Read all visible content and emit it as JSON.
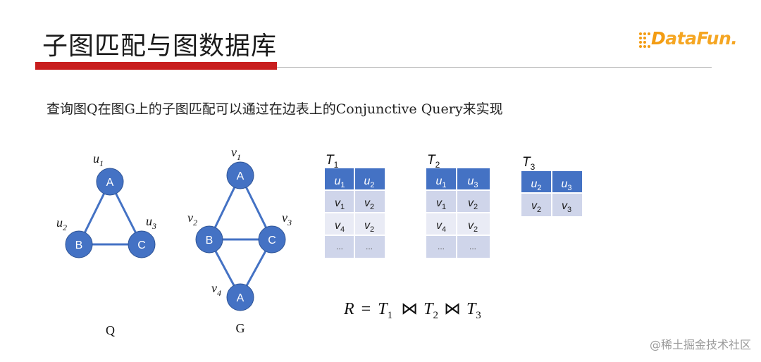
{
  "header": {
    "title": "子图匹配与图数据库",
    "logo_text_initial": "D",
    "logo_text_rest": "ataFun.",
    "accent_color": "#c81e1e"
  },
  "intro_text": "查询图Q在图G上的子图匹配可以通过在边表上的Conjunctive Query来实现",
  "query_graph": {
    "name": "Q",
    "nodes": [
      {
        "label": "A",
        "var": "u",
        "sub": "1"
      },
      {
        "label": "B",
        "var": "u",
        "sub": "2"
      },
      {
        "label": "C",
        "var": "u",
        "sub": "3"
      }
    ],
    "edges": [
      [
        "A",
        "B"
      ],
      [
        "A",
        "C"
      ],
      [
        "B",
        "C"
      ]
    ]
  },
  "data_graph": {
    "name": "G",
    "nodes": [
      {
        "label": "A",
        "var": "v",
        "sub": "1"
      },
      {
        "label": "B",
        "var": "v",
        "sub": "2"
      },
      {
        "label": "C",
        "var": "v",
        "sub": "3"
      },
      {
        "label": "A",
        "var": "v",
        "sub": "4"
      }
    ],
    "edges": [
      [
        "v1",
        "v2"
      ],
      [
        "v1",
        "v3"
      ],
      [
        "v2",
        "v3"
      ],
      [
        "v2",
        "v4"
      ],
      [
        "v3",
        "v4"
      ]
    ]
  },
  "tables": [
    {
      "name": "T",
      "sub": "1",
      "header": [
        {
          "var": "u",
          "sub": "1"
        },
        {
          "var": "u",
          "sub": "2"
        }
      ],
      "rows": [
        [
          {
            "var": "v",
            "sub": "1"
          },
          {
            "var": "v",
            "sub": "2"
          }
        ],
        [
          {
            "var": "v",
            "sub": "4"
          },
          {
            "var": "v",
            "sub": "2"
          }
        ],
        [
          {
            "text": "..."
          },
          {
            "text": "..."
          }
        ]
      ]
    },
    {
      "name": "T",
      "sub": "2",
      "header": [
        {
          "var": "u",
          "sub": "1"
        },
        {
          "var": "u",
          "sub": "3"
        }
      ],
      "rows": [
        [
          {
            "var": "v",
            "sub": "1"
          },
          {
            "var": "v",
            "sub": "2"
          }
        ],
        [
          {
            "var": "v",
            "sub": "4"
          },
          {
            "var": "v",
            "sub": "2"
          }
        ],
        [
          {
            "text": "..."
          },
          {
            "text": "..."
          }
        ]
      ]
    },
    {
      "name": "T",
      "sub": "3",
      "header": [
        {
          "var": "u",
          "sub": "2"
        },
        {
          "var": "u",
          "sub": "3"
        }
      ],
      "rows": [
        [
          {
            "var": "v",
            "sub": "2"
          },
          {
            "var": "v",
            "sub": "3"
          }
        ]
      ]
    }
  ],
  "formula": {
    "lhs": "R",
    "equals": "=",
    "join_op": "⋈",
    "terms": [
      {
        "var": "T",
        "sub": "1"
      },
      {
        "var": "T",
        "sub": "2"
      },
      {
        "var": "T",
        "sub": "3"
      }
    ]
  },
  "watermark": "@稀土掘金技术社区",
  "colors": {
    "node_fill": "#4472c4",
    "table_header": "#4472c4",
    "table_row_a": "#cfd5ea",
    "table_row_b": "#e9ebf5"
  }
}
